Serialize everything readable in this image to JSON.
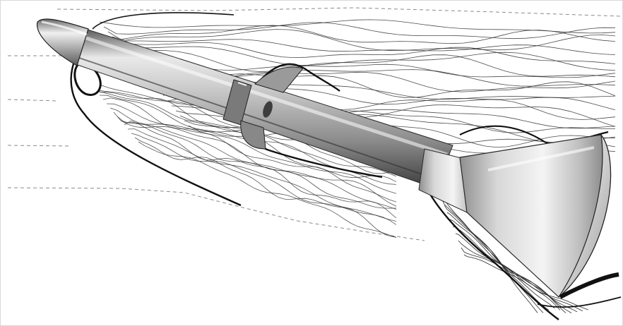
{
  "figure": {
    "subject": "cfd-rocket-flow-contours",
    "colors": {
      "background": "#ffffff",
      "contour": "#2b2b2b",
      "shock": "#111111",
      "streamline": "#8a8a8a",
      "metal_light": "#f2f2f2",
      "metal_mid": "#b9b9b9",
      "metal_dark": "#4a4a4a"
    },
    "elements": {
      "contour_field": "flow-contour-lines",
      "streamlines": "dashed-streamlines",
      "rocket_body": "rocket-cylinder",
      "nose_cone": "nose-cone",
      "mid_ring": "collar-ring",
      "nozzle": "exhaust-nozzle-bell"
    }
  }
}
